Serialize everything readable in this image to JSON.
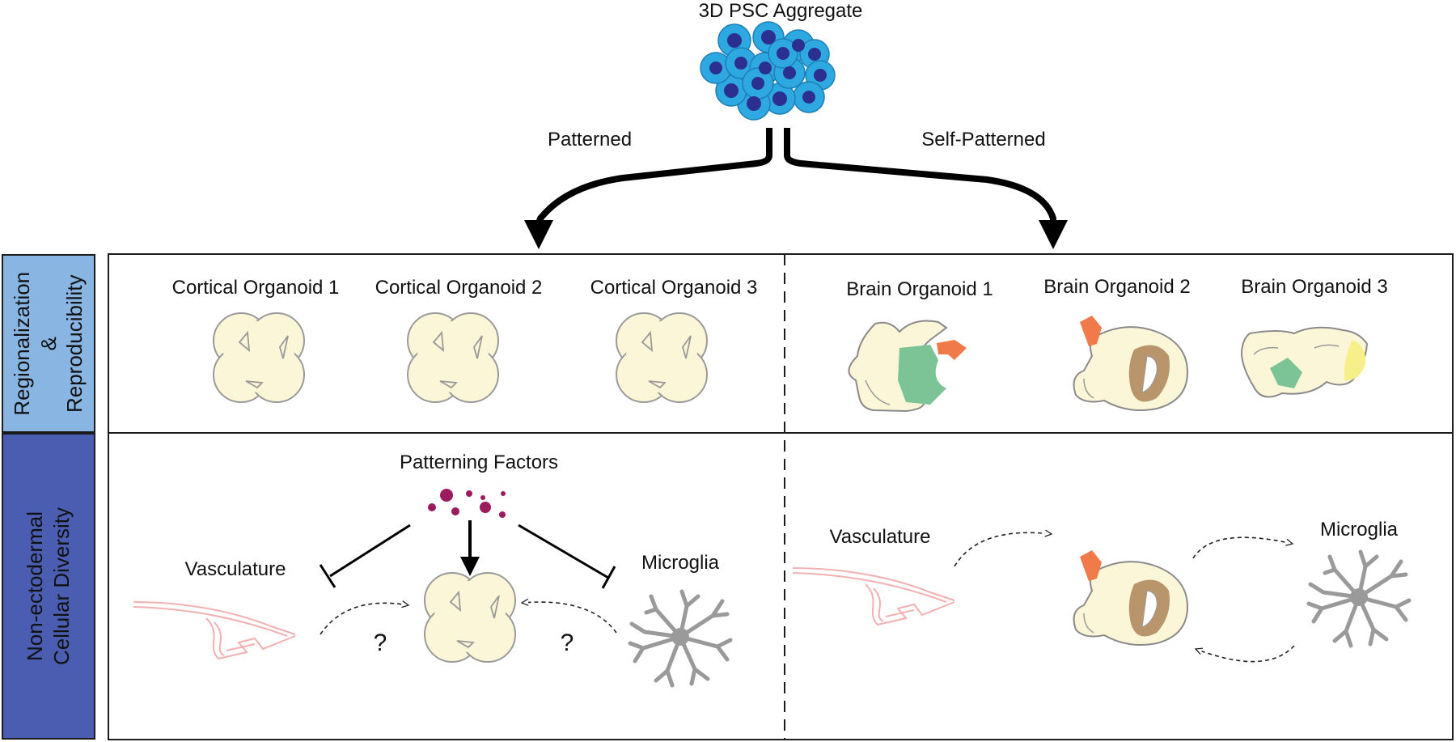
{
  "top": {
    "title": "3D PSC Aggregate"
  },
  "branches": {
    "left": "Patterned",
    "right": "Self-Patterned"
  },
  "rows": {
    "row1": {
      "line1": "Regionalization",
      "line2": "&",
      "line3": "Reproducibility",
      "color": "#89b5e3"
    },
    "row2": {
      "line1": "Non-ectodermal",
      "line2": "Cellular Diversity",
      "color": "#4a5db0"
    }
  },
  "organoids": {
    "cortical": [
      "Cortical Organoid 1",
      "Cortical Organoid 2",
      "Cortical Organoid 3"
    ],
    "brain": [
      "Brain Organoid 1",
      "Brain Organoid 2",
      "Brain Organoid 3"
    ]
  },
  "patterned_panel": {
    "factors": "Patterning Factors",
    "vasculature": "Vasculature",
    "microglia": "Microglia",
    "q_left": "?",
    "q_right": "?"
  },
  "self_panel": {
    "vasculature": "Vasculature",
    "microglia": "Microglia"
  },
  "colors": {
    "cell_outer": "#2da8e1",
    "cell_nucleus": "#2b2f8f",
    "organoid_fill": "#fbf6d8",
    "orange_region": "#f07a4a",
    "green_region": "#7cc496",
    "brown_region": "#b8956a",
    "yellow_region": "#f6ef8a",
    "factor_dots": "#9c1b5e",
    "vessel": "#f2b0b0",
    "microglia": "#9a9a9a"
  }
}
